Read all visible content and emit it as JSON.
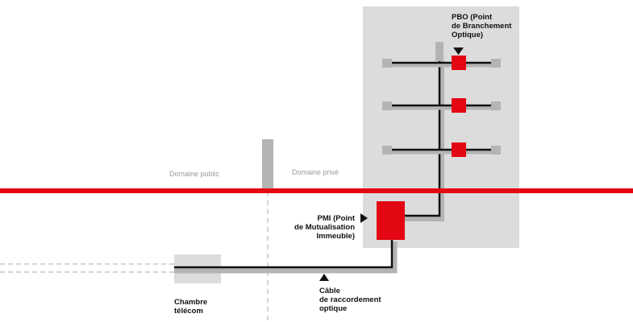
{
  "labels": {
    "domaine_public": "Domaine public",
    "domaine_prive": "Domaine privé",
    "pbo": [
      "PBO (Point",
      "de Branchement",
      "Optique)"
    ],
    "pmi": [
      "PMI (Point",
      "de Mutualisation",
      "Immeuble)"
    ],
    "cable": [
      "Câble",
      "de raccordement",
      "optique"
    ],
    "chambre": [
      "Chambre",
      "télécom"
    ]
  },
  "colors": {
    "red": "#e30613",
    "grey_block": "#dcdcdc",
    "grey_line": "#b4b4b4",
    "black": "#111111",
    "dashed": "#a8a8a8"
  }
}
